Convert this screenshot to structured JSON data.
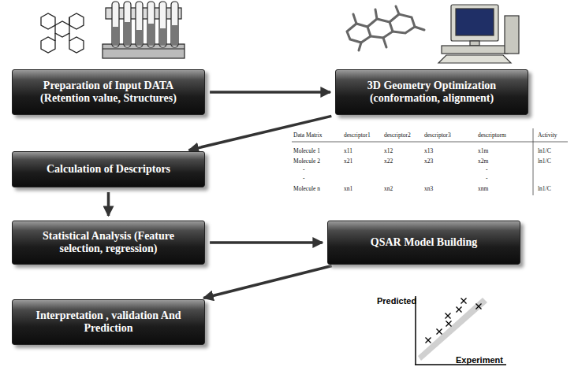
{
  "diagram": {
    "nodes": [
      {
        "text": [
          "Preparation of Input DATA (Retention value, Structures)"
        ]
      },
      {
        "text": [
          "3D Geometry Optimization (conformation, alignment)"
        ]
      },
      {
        "text": [
          "Calculation of Descriptors"
        ]
      },
      {
        "text": [
          "Statistical Analysis (Feature selection, regression)"
        ]
      },
      {
        "text": [
          "QSAR Model Building"
        ]
      },
      {
        "text": [
          "Interpretation , validation And Prediction"
        ]
      }
    ],
    "edges": [
      {
        "from": 0,
        "to": 1,
        "arrow": "to"
      },
      {
        "from": 1,
        "to": 2,
        "arrow": "to"
      },
      {
        "from": 2,
        "to": 3,
        "arrow": "to"
      },
      {
        "from": 3,
        "to": 4,
        "arrow": "to"
      },
      {
        "from": 4,
        "to": 5,
        "arrow": "to"
      }
    ],
    "labels": [
      "Data Matrix",
      "descriptor1",
      "descriptor2",
      "descriptor3",
      "descriptorm",
      "Activity",
      "Molecule 1",
      "x11",
      "x12",
      "x13",
      "x1m",
      "ln1/C",
      "Molecule 2",
      "x21",
      "x22",
      "x23",
      "x2m",
      "ln1/C",
      "-",
      "-",
      "-",
      "-",
      "Molecule n",
      "xn1",
      "xn2",
      "xn3",
      "xnm",
      "ln1/C",
      "Predicted",
      "Experiment"
    ]
  }
}
